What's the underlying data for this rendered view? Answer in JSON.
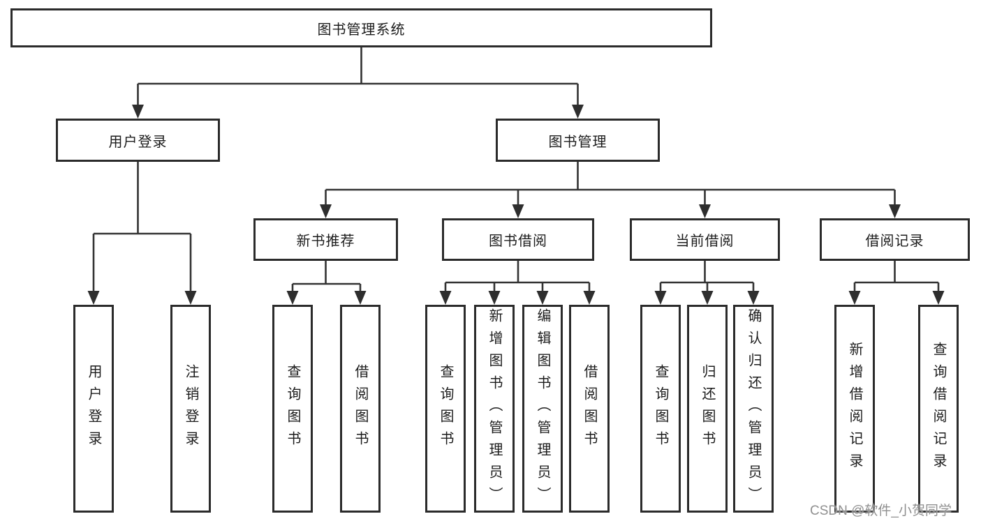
{
  "colors": {
    "line": "#333333",
    "box_border": "#2b2b2b",
    "text": "#1c1c1c",
    "watermark": "#8f8f8f",
    "background": "#ffffff"
  },
  "watermark": {
    "text": "CSDN @软件_小贺同学"
  },
  "tree": {
    "root": {
      "label": "图书管理系统"
    },
    "branches": [
      {
        "label": "用户登录",
        "children": [
          {
            "label": "用户登录"
          },
          {
            "label": "注销登录"
          }
        ]
      },
      {
        "label": "图书管理",
        "children": [
          {
            "label": "新书推荐",
            "children": [
              {
                "label": "查询图书"
              },
              {
                "label": "借阅图书"
              }
            ]
          },
          {
            "label": "图书借阅",
            "children": [
              {
                "label": "查询图书"
              },
              {
                "label": "新增图书（管理员）"
              },
              {
                "label": "编辑图书（管理员）"
              },
              {
                "label": "借阅图书"
              }
            ]
          },
          {
            "label": "当前借阅",
            "children": [
              {
                "label": "查询图书"
              },
              {
                "label": "归还图书"
              },
              {
                "label": "确认归还（管理员）"
              }
            ]
          },
          {
            "label": "借阅记录",
            "children": [
              {
                "label": "新增借阅记录"
              },
              {
                "label": "查询借阅记录"
              }
            ]
          }
        ]
      }
    ]
  }
}
